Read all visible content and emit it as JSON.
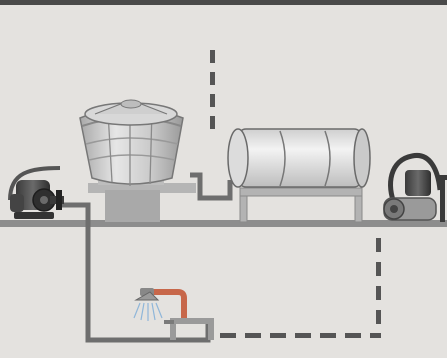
{
  "diagram": {
    "components": [
      {
        "id": "left-pump",
        "icon": "water-pump-icon"
      },
      {
        "id": "storage-tank",
        "icon": "ribbed-water-tank-icon"
      },
      {
        "id": "pressure-tank",
        "icon": "horizontal-cylinder-tank-icon"
      },
      {
        "id": "right-pump",
        "icon": "jet-pump-icon"
      },
      {
        "id": "shower-head",
        "icon": "shower-head-icon"
      }
    ],
    "colors": {
      "background": "#e4e2df",
      "top_band": "#4a4a4a",
      "ground": "#8d8d8d",
      "pipe_solid": "#6e6e6e",
      "pipe_dashed": "#555555",
      "tank_body": "#c9c9c9",
      "stand": "#b3b3b3",
      "copper_pipe": "#c7674a",
      "water_spray": "#8fb6d9"
    }
  }
}
